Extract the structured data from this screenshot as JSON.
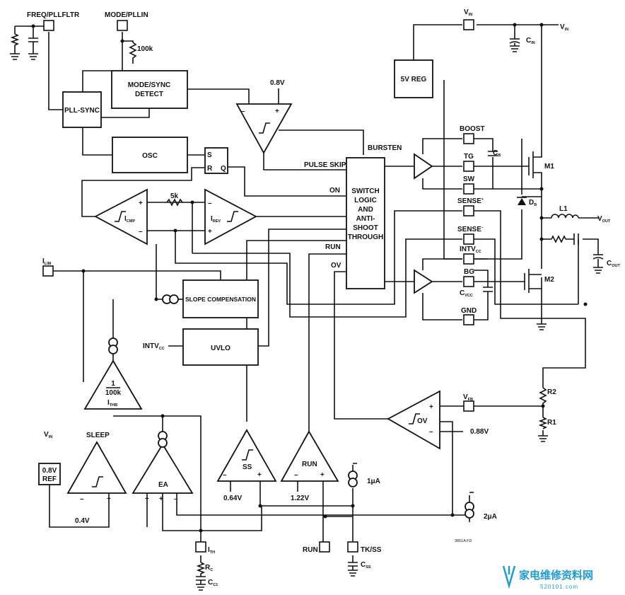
{
  "pins": {
    "freq_pllfltr": "FREQ/PLLFLTR",
    "mode_pllin": "MODE/PLLIN",
    "vin_top": "V",
    "vin_top_sub": "IN",
    "vin_right": "V",
    "vin_right_sub": "IN",
    "boost": "BOOST",
    "tg": "TG",
    "sw": "SW",
    "sense_plus": "SENSE",
    "sense_plus_sup": "+",
    "sense_minus": "SENSE",
    "sense_minus_sup": "–",
    "intvcc": "INTV",
    "intvcc_sub": "CC",
    "bg": "BG",
    "gnd": "GND",
    "ilim": "I",
    "ilim_sub": "LIM",
    "vfb": "V",
    "vfb_sub": "FB",
    "ith": "I",
    "ith_sub": "TH",
    "run": "RUN",
    "tkss": "TK/SS",
    "vout": "V",
    "vout_sub": "OUT"
  },
  "blocks": {
    "mode_sync": [
      "MODE/SYNC",
      "DETECT"
    ],
    "pll_sync": "PLL-SYNC",
    "osc": "OSC",
    "reg_5v": "5V REG",
    "switch_logic": [
      "SWITCH",
      "LOGIC",
      "AND",
      "ANTI-",
      "SHOOT",
      "THROUGH"
    ],
    "slope_comp": "SLOPE COMPENSATION",
    "uvlo": "UVLO",
    "ref_08": [
      "0.8V",
      "REF"
    ],
    "latch_s": "S",
    "latch_r": "R",
    "latch_q": "Q"
  },
  "amplifiers": {
    "icmp": "I",
    "icmp_sub": "CMP",
    "irev": "I",
    "irev_sub": "REV",
    "ov": "OV",
    "ss": "SS",
    "run": "RUN",
    "ea": "EA",
    "sleep": "SLEEP",
    "gm_num": "1",
    "gm_den": "100k",
    "ithb": "I",
    "ithb_sub": "THB"
  },
  "signals": {
    "bursten": "BURSTEN",
    "pulse_skip": "PULSE SKIP",
    "on": "ON",
    "run": "RUN",
    "ov": "OV",
    "intvcc_in": "INTV",
    "intvcc_in_sub": "CC",
    "vin_ref": "V",
    "vin_ref_sub": "IN"
  },
  "values": {
    "v08_top": "0.8V",
    "r_100k": "100k",
    "r_5k": "5k",
    "v088": "0.88V",
    "v064": "0.64V",
    "v122": "1.22V",
    "v04": "0.4V",
    "i_1ua": "1μA",
    "i_2ua": "2μA",
    "fig_code": "3851A FD"
  },
  "components": {
    "cin": "C",
    "cin_sub": "IN",
    "cb": "C",
    "cb_sub": "B",
    "db": "D",
    "db_sub": "B",
    "m1": "M1",
    "m2": "M2",
    "l1": "L1",
    "cout": "C",
    "cout_sub": "OUT",
    "cvcc": "C",
    "cvcc_sub": "VCC",
    "r2": "R2",
    "r1": "R1",
    "rc": "R",
    "rc_sub": "C",
    "cc1": "C",
    "cc1_sub": "C1",
    "css": "C",
    "css_sub": "SS"
  },
  "watermark": {
    "text": "家电维修资料网",
    "sub": "520101.com"
  }
}
